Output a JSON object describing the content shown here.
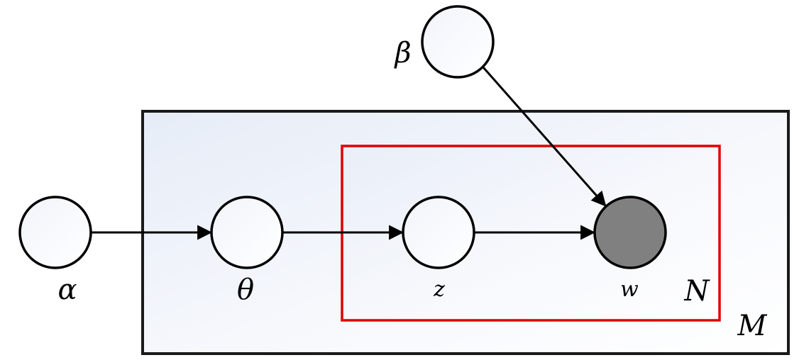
{
  "plates": {
    "outer": {
      "label": "M",
      "stroke": "#1a1a1a"
    },
    "inner": {
      "label": "N",
      "stroke": "#e00000"
    }
  },
  "nodes": [
    {
      "id": "alpha",
      "label": "α",
      "observed": false
    },
    {
      "id": "theta",
      "label": "θ",
      "observed": false
    },
    {
      "id": "z",
      "label": "z",
      "observed": false
    },
    {
      "id": "w",
      "label": "w",
      "observed": true,
      "fill": "#808080"
    },
    {
      "id": "beta",
      "label": "β",
      "observed": false
    }
  ],
  "edges": [
    {
      "from": "alpha",
      "to": "theta"
    },
    {
      "from": "theta",
      "to": "z"
    },
    {
      "from": "z",
      "to": "w"
    },
    {
      "from": "beta",
      "to": "w"
    }
  ]
}
